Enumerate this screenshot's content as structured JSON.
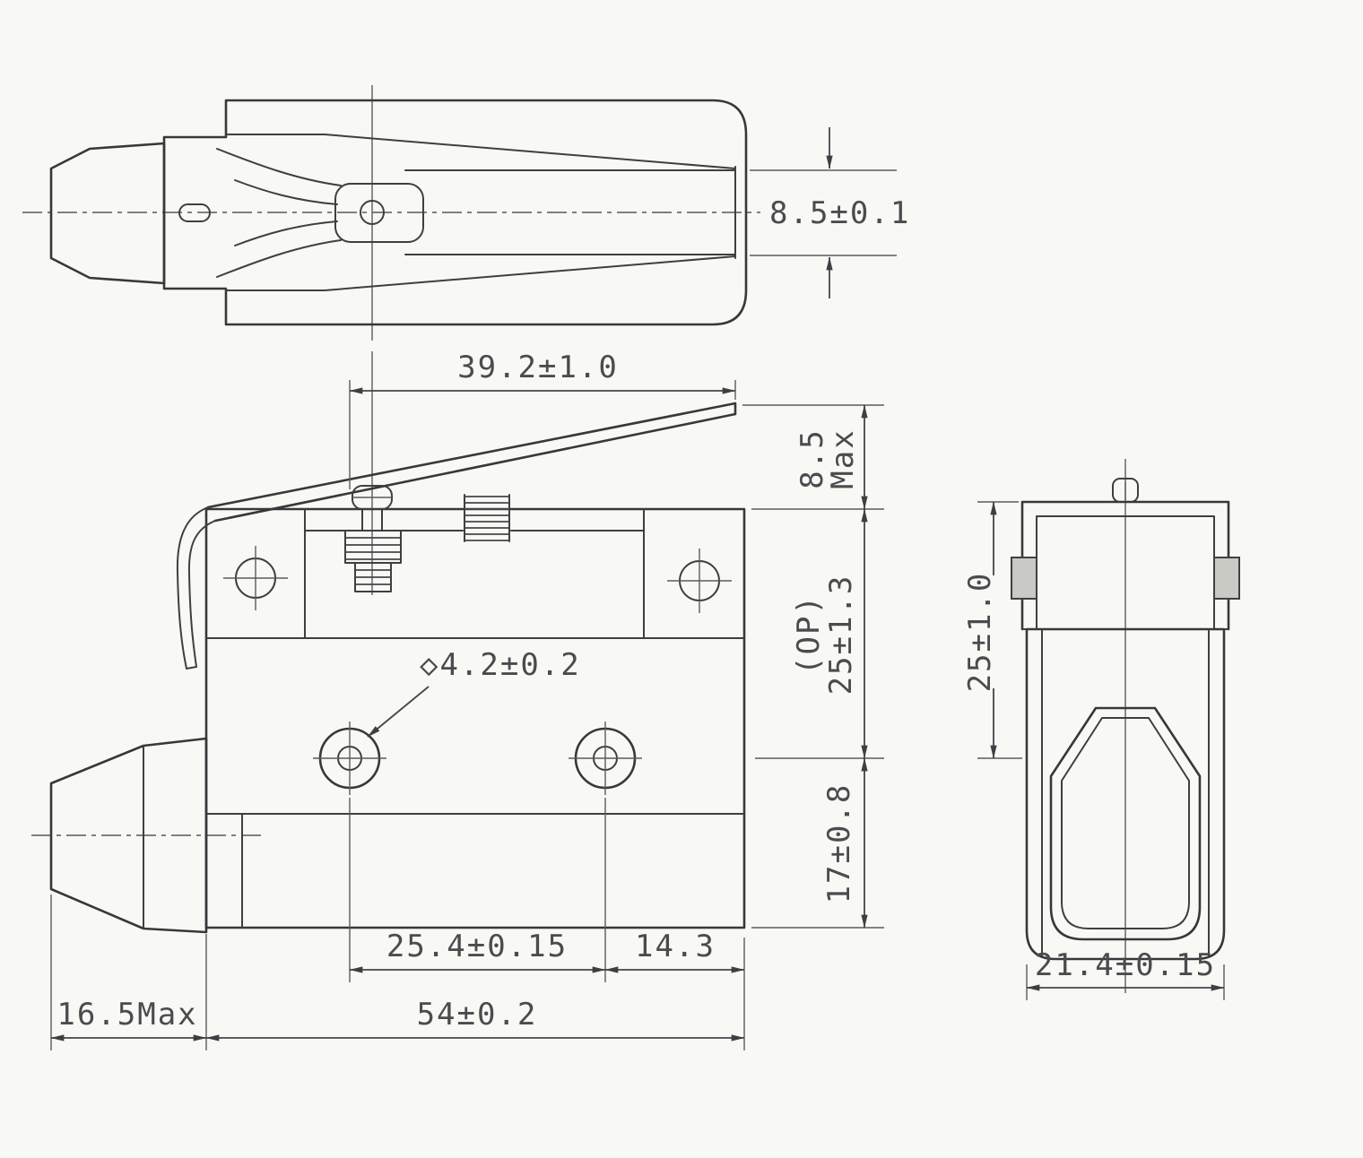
{
  "page": {
    "background": "#f8f8f5",
    "line_color": "#38383b",
    "text_color": "#4b4b4f",
    "content": "three-view dimensional drawing of a hinge-lever limit switch"
  },
  "labels": {
    "top_width": "8.5±0.1",
    "lever_length": "39.2±1.0",
    "lever_rise_value": "8.5",
    "lever_rise_unit": "Max",
    "op_prefix": "(OP)",
    "op_value": "25±1.3",
    "lower_height": "17±0.8",
    "terminal_hole": "◇4.2±0.2",
    "terminal_pitch": "25.4±0.15",
    "terminal_to_edge": "14.3",
    "overall_length": "54±0.2",
    "boot_length": "16.5Max",
    "side_height": "25±1.0",
    "side_width": "21.4±0.15"
  }
}
